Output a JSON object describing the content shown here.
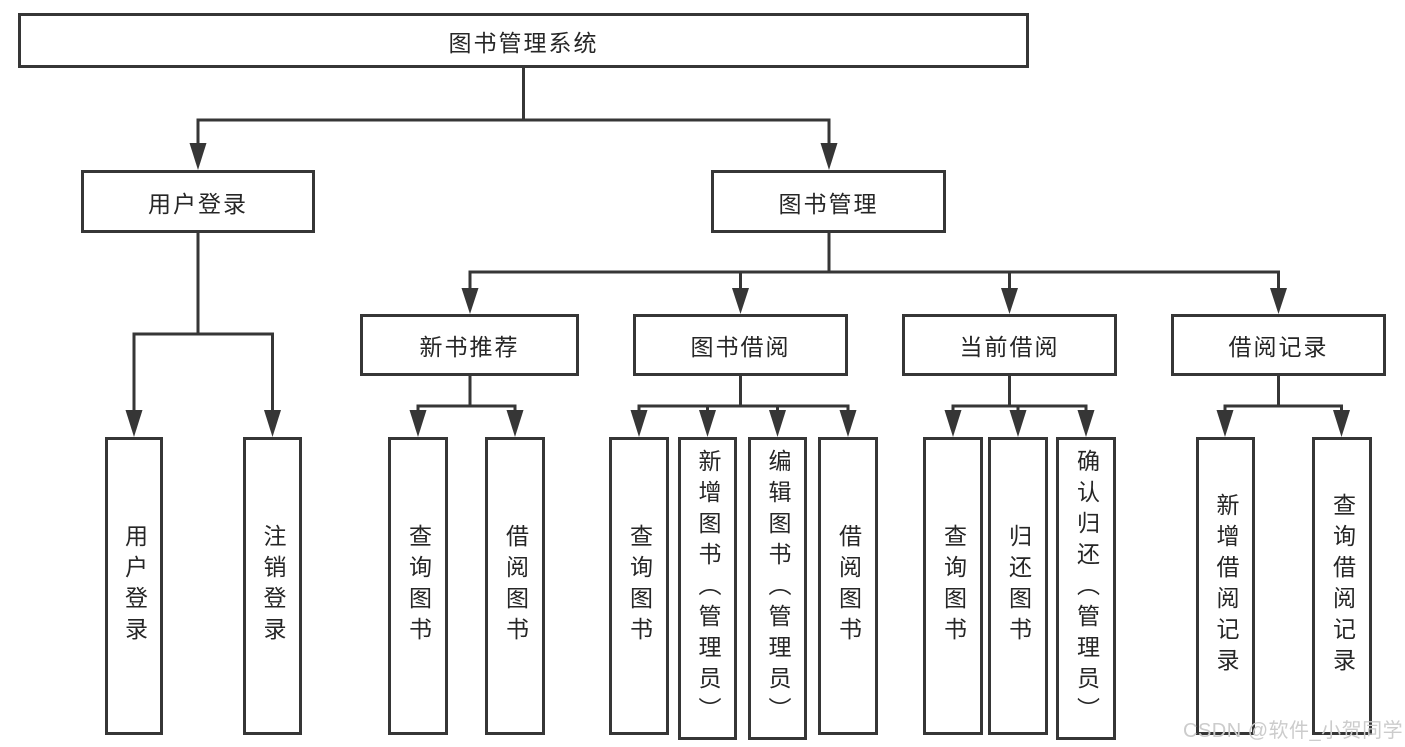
{
  "tree": {
    "root": {
      "label": "图书管理系统"
    },
    "level2": [
      {
        "label": "用户登录"
      },
      {
        "label": "图书管理"
      }
    ],
    "level3": [
      {
        "label": "新书推荐",
        "parent": "图书管理"
      },
      {
        "label": "图书借阅",
        "parent": "图书管理"
      },
      {
        "label": "当前借阅",
        "parent": "图书管理"
      },
      {
        "label": "借阅记录",
        "parent": "图书管理"
      }
    ],
    "leaves": [
      {
        "label": "用户登录",
        "parent": "用户登录"
      },
      {
        "label": "注销登录",
        "parent": "用户登录"
      },
      {
        "label": "查询图书",
        "parent": "新书推荐"
      },
      {
        "label": "借阅图书",
        "parent": "新书推荐"
      },
      {
        "label": "查询图书",
        "parent": "图书借阅"
      },
      {
        "label": "新增图书（管理员）",
        "parent": "图书借阅"
      },
      {
        "label": "编辑图书（管理员）",
        "parent": "图书借阅"
      },
      {
        "label": "借阅图书",
        "parent": "图书借阅"
      },
      {
        "label": "查询图书",
        "parent": "当前借阅"
      },
      {
        "label": "归还图书",
        "parent": "当前借阅"
      },
      {
        "label": "确认归还（管理员）",
        "parent": "当前借阅"
      },
      {
        "label": "新增借阅记录",
        "parent": "借阅记录"
      },
      {
        "label": "查询借阅记录",
        "parent": "借阅记录"
      }
    ]
  },
  "watermark": "CSDN @软件_小贺同学",
  "colors": {
    "line": "#363636",
    "text": "#262626",
    "background": "#ffffff",
    "watermark": "#cccccc"
  }
}
